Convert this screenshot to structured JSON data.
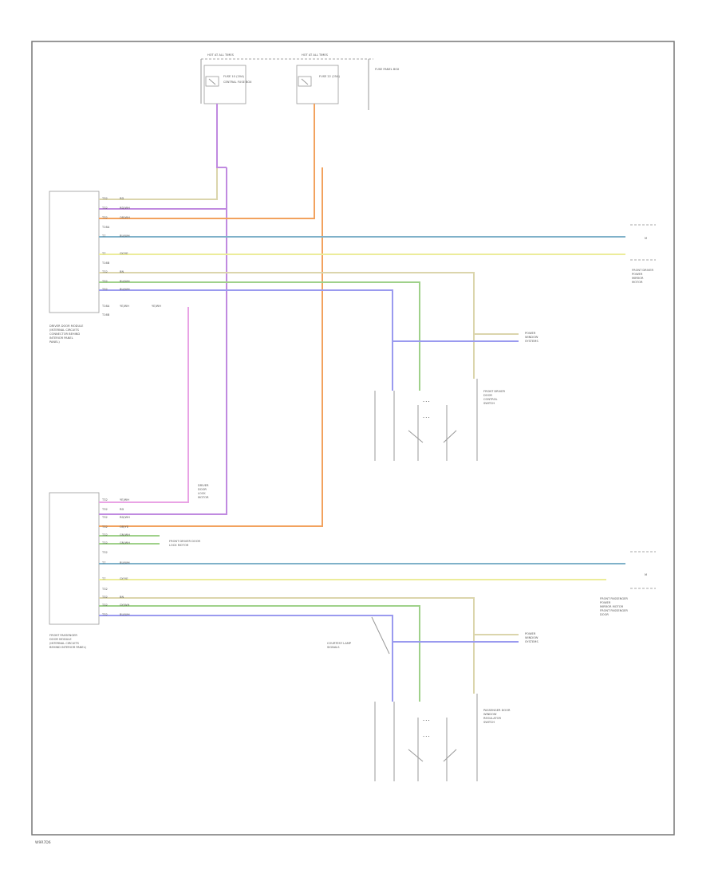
{
  "page_code": "W9R7D6",
  "colors": {
    "orange": "#f2a25e",
    "purple": "#c08ae0",
    "violet_blue": "#9a9aef",
    "blue": "#7fb1c9",
    "yellow": "#ecec9a",
    "tan": "#dbd5ac",
    "green": "#9fd18a",
    "pink": "#e9a3e5",
    "frame": "#777777",
    "text": "#555555"
  },
  "fuses": [
    {
      "header": "HOT AT ALL TIMES",
      "label": "FUSE 10 (20A)",
      "box": "CENTRAL FUSE BOX"
    },
    {
      "header": "HOT AT ALL TIMES",
      "label": "FUSE 22 (25A)",
      "box": ""
    }
  ],
  "fuse_box_label": "FUSE PANEL BOX",
  "modules": {
    "driver_door_module": [
      "DRIVER DOOR MODULE",
      "(INTERNAL CIRCUITS",
      "CONNECTOR BEHIND",
      "INTERIOR PANEL",
      "PANEL)"
    ],
    "passenger_door_module": [
      "FRONT PASSENGER",
      "DOOR MODULE",
      "(INTERNAL CIRCUITS",
      "BEHIND INTERIOR PANEL)"
    ]
  },
  "pins_top": [
    "T32",
    "T32",
    "T32",
    "T16A",
    "T7",
    "T7",
    "T16B",
    "T32",
    "T32",
    "T32",
    "T16A",
    "T16B"
  ],
  "pins_bottom": [
    "T32",
    "T32",
    "T32",
    "T32",
    "T32",
    "T32",
    "T32",
    "T7",
    "T7",
    "T32",
    "T32",
    "T32",
    "T32"
  ],
  "wire_labels_top": [
    "RD",
    "RD/WH",
    "OR/WH",
    "BU/WH",
    "GY/YE",
    "BN",
    "BU/WH",
    "BU/WH",
    "YE/WH",
    "YE/WH"
  ],
  "wire_labels_bottom": [
    "YE/WH",
    "RD",
    "RD/WH",
    "OR/YE",
    "GN/WH",
    "GN/WH",
    "BU/WH",
    "GY/YE",
    "BN",
    "GY/WH",
    "BU/WH"
  ],
  "components": {
    "front_mirror_top": [
      "FRONT DRIVER",
      "POWER",
      "MIRROR",
      "MOTOR"
    ],
    "front_mirror_bottom": [
      "FRONT PASSENGER",
      "POWER",
      "MIRROR MOTOR",
      "FRONT PASSENGER",
      "DOOR"
    ],
    "power_window_top": [
      "POWER",
      "WINDOW",
      "SYSTEMS"
    ],
    "power_window_bottom": [
      "POWER",
      "WINDOW",
      "SYSTEMS"
    ],
    "driver_door_switch": [
      "FRONT DRIVER",
      "DOOR",
      "CONTROL",
      "SWITCH"
    ],
    "passenger_door_switch": [
      "PASSENGER DOOR",
      "WINDOW",
      "REGULATOR",
      "SWITCH"
    ],
    "driver_door_lock": [
      "DRIVER",
      "DOOR",
      "LOCK",
      "MOTOR"
    ],
    "front_pass_lock": [
      "FRONT DRIVER DOOR",
      "LOCK MOTOR"
    ],
    "courtesy_lamp": [
      "COURTESY LAMP",
      "SIGNALS"
    ]
  }
}
